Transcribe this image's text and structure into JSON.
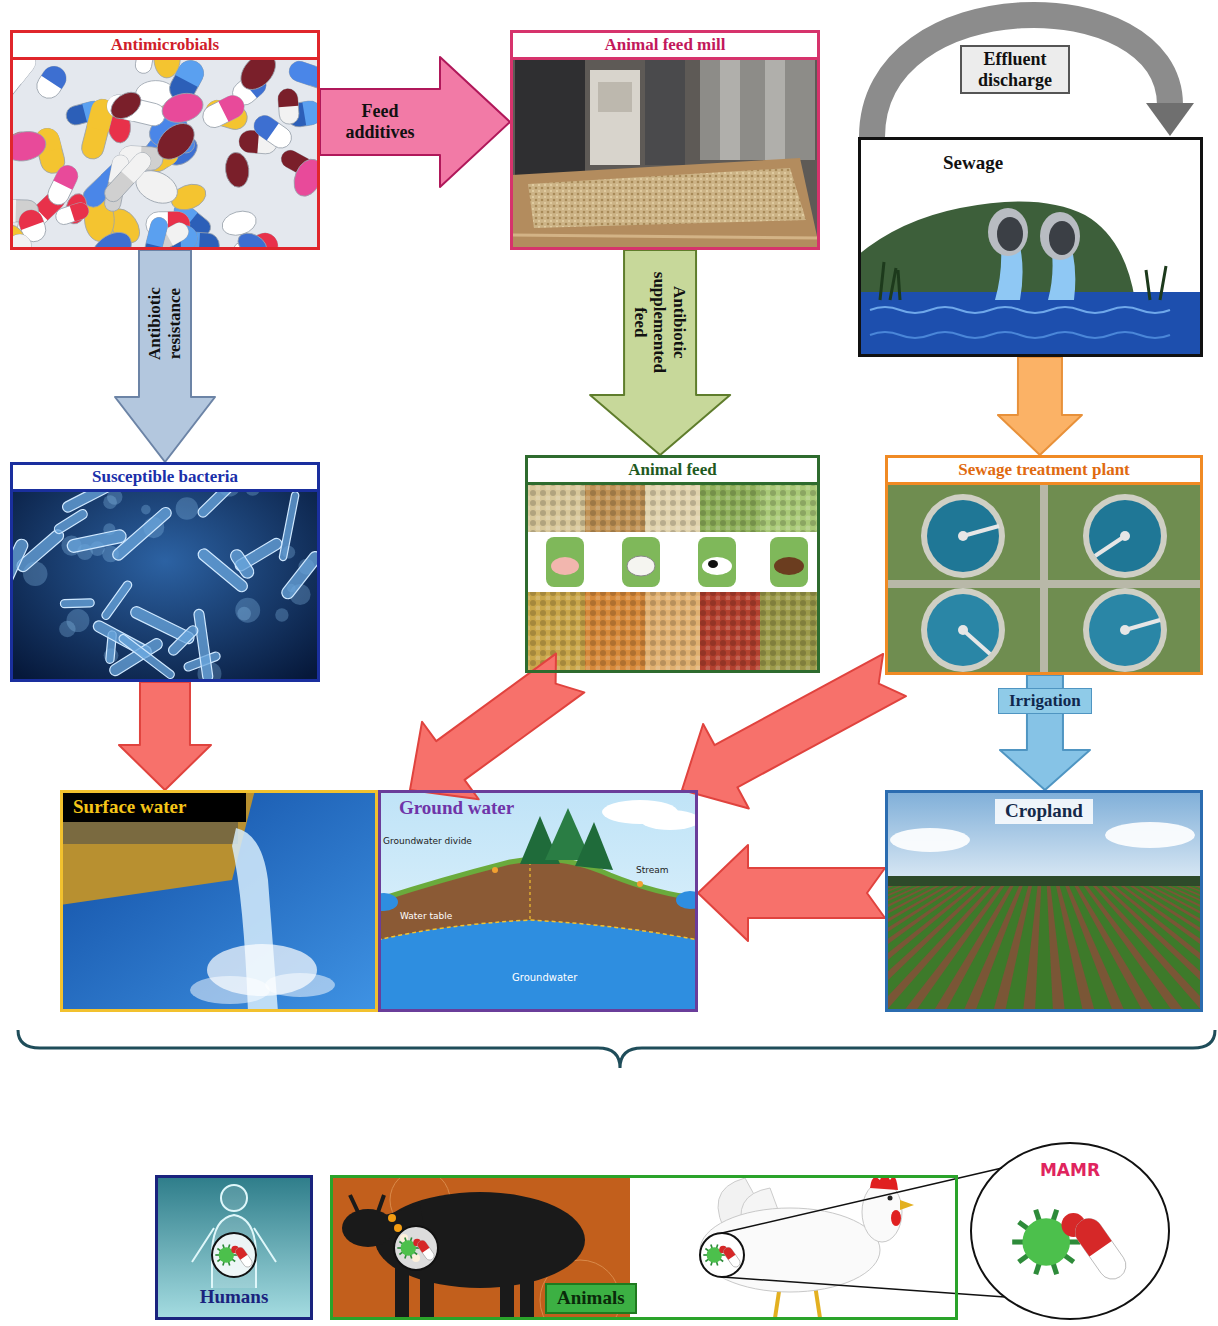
{
  "diagram": {
    "nodes": [
      {
        "text": [
          "Antimicrobials"
        ]
      },
      {
        "text": [
          "Animal feed mill"
        ]
      },
      {
        "text": [
          "Sewage"
        ]
      },
      {
        "text": [
          "Susceptible bacteria"
        ]
      },
      {
        "text": [
          "Animal feed"
        ]
      },
      {
        "text": [
          "Sewage treatment plant"
        ]
      },
      {
        "text": [
          "Surface water"
        ]
      },
      {
        "text": [
          "Ground water"
        ]
      },
      {
        "text": [
          "Cropland"
        ]
      },
      {
        "text": [
          "Humans"
        ]
      },
      {
        "text": [
          "Animals"
        ]
      },
      {
        "text": [
          "MAMR"
        ]
      }
    ],
    "edges": [
      {
        "from": 0,
        "to": 1,
        "label": "Feed additives",
        "arrow": "to"
      },
      {
        "from": 0,
        "to": 3,
        "label": "Antibiotic resistance",
        "arrow": "to"
      },
      {
        "from": 1,
        "to": 4,
        "label": "Antibiotic supplemented feed",
        "arrow": "to"
      },
      {
        "from": 2,
        "to": 5,
        "arrow": "to"
      },
      {
        "from": 5,
        "to": 8,
        "label": "Irrigation",
        "arrow": "to"
      },
      {
        "from": 3,
        "to": 6,
        "arrow": "to"
      },
      {
        "from": 4,
        "to": 7,
        "arrow": "to"
      },
      {
        "from": 5,
        "to": 7,
        "arrow": "to"
      },
      {
        "from": 8,
        "to": 7,
        "arrow": "to"
      }
    ],
    "labels": [
      "Effluent discharge",
      "Groundwater divide",
      "Water table",
      "Stream",
      "Groundwater"
    ]
  }
}
